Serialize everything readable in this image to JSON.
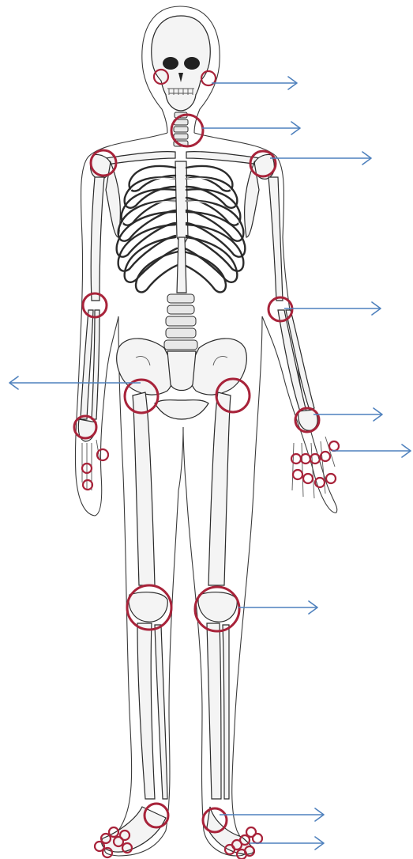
{
  "colors": {
    "joint_marker": "#a8233a",
    "arrow": "#4f81bd",
    "bone_outline": "#2b2b2b",
    "body_outline": "#3a3a3a",
    "background": "#ffffff"
  },
  "joints": [
    "temporomandibular-right",
    "temporomandibular-left",
    "neck",
    "shoulder-right",
    "shoulder-left",
    "elbow-right",
    "elbow-left",
    "hip-right",
    "hip-left",
    "wrist-right",
    "wrist-left",
    "knee-right",
    "knee-left",
    "ankle-right",
    "ankle-left",
    "finger-joints-right",
    "finger-joints-left",
    "toe-joints-right",
    "toe-joints-left"
  ],
  "arrow_directions": [
    "right",
    "right",
    "right",
    "right",
    "left",
    "right",
    "right",
    "right",
    "right",
    "right"
  ]
}
